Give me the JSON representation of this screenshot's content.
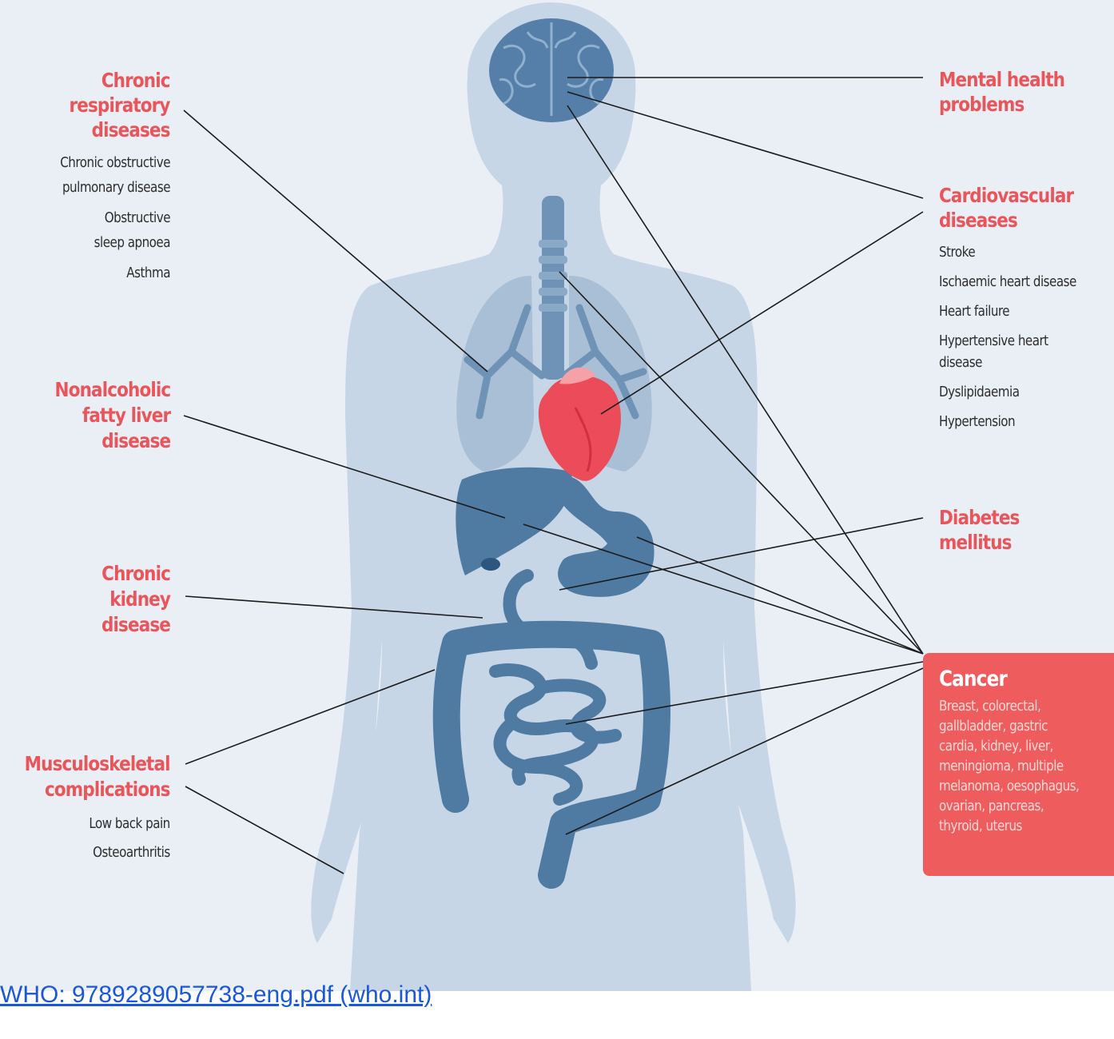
{
  "colors": {
    "background": "#e9eff5",
    "silhouette": "#c6d6e6",
    "organs": "#4f7aa2",
    "heart": "#ec4b5a",
    "heading": "#e8555a",
    "cancer_box": "#ee5c5e",
    "link": "#1a57d9"
  },
  "labels": {
    "respiratory": {
      "heading": [
        "Chronic",
        "respiratory",
        "diseases"
      ],
      "items": [
        "Chronic obstructive",
        "pulmonary disease",
        "Obstructive",
        "sleep apnoea",
        "Asthma"
      ]
    },
    "liver": {
      "heading": [
        "Nonalcoholic",
        "fatty liver",
        "disease"
      ]
    },
    "kidney": {
      "heading": [
        "Chronic",
        "kidney",
        "disease"
      ]
    },
    "musculoskeletal": {
      "heading": [
        "Musculoskeletal",
        "complications"
      ],
      "items": [
        "Low back pain",
        "Osteoarthritis"
      ]
    },
    "mental": {
      "heading": [
        "Mental health",
        "problems"
      ]
    },
    "cardiovascular": {
      "heading": [
        "Cardiovascular",
        "diseases"
      ],
      "items": [
        "Stroke",
        "Ischaemic heart disease",
        "Heart failure",
        "Hypertensive heart",
        "disease",
        "Dyslipidaemia",
        "Hypertension"
      ]
    },
    "diabetes": {
      "heading": [
        "Diabetes",
        "mellitus"
      ]
    },
    "cancer": {
      "heading": "Cancer",
      "description": [
        "Breast, colorectal,",
        "gallbladder, gastric",
        "cardia, kidney, liver,",
        "meningioma, multiple",
        "melanoma, oesophagus,",
        "ovarian, pancreas,",
        "thyroid, uterus"
      ]
    }
  },
  "source": {
    "link_text": "WHO: 9789289057738-eng.pdf (who.int)"
  }
}
